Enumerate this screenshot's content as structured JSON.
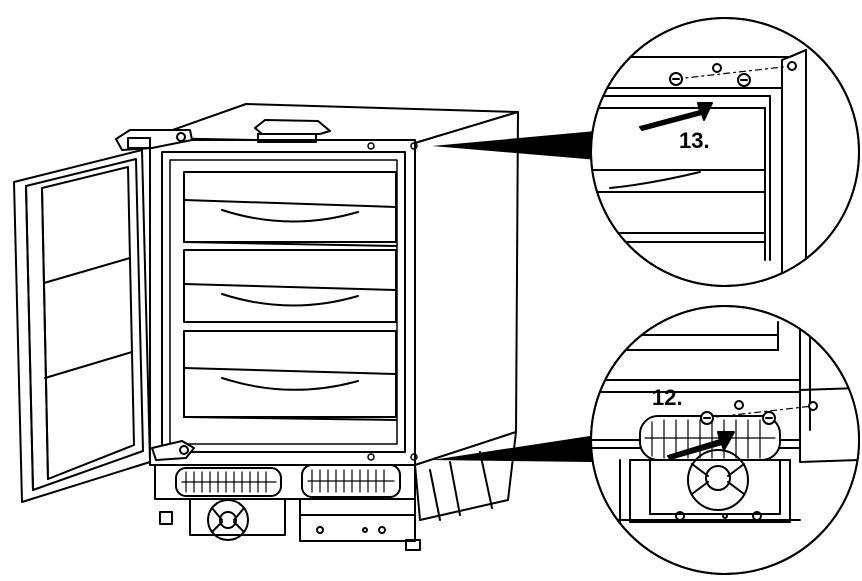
{
  "callouts": [
    {
      "step": "13.",
      "detail": "upper-corner"
    },
    {
      "step": "12.",
      "detail": "lower-corner"
    }
  ],
  "colors": {
    "line": "#000000",
    "background": "#ffffff"
  },
  "icons": [
    "arrow-icon",
    "screw-icon",
    "fan-icon",
    "hinge-icon"
  ]
}
